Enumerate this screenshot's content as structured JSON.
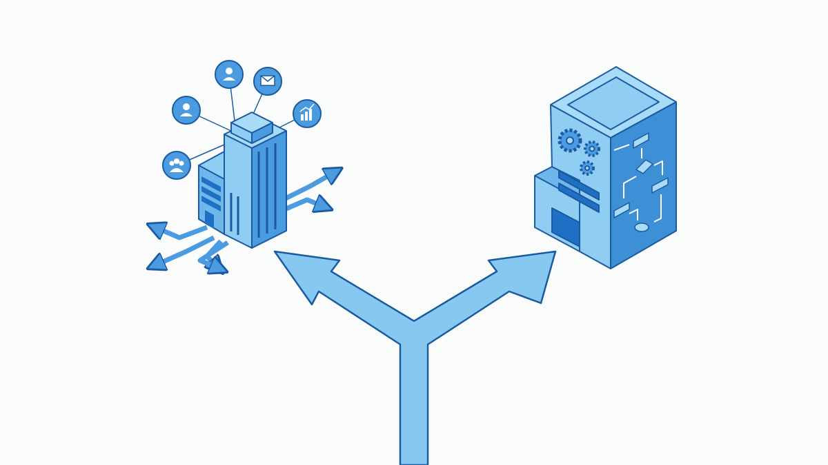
{
  "colors": {
    "background": "#fafbfb",
    "light_blue": "#8fcdf2",
    "mid_blue": "#4a9be0",
    "dark_blue": "#1f6fc4",
    "stroke": "#1b5aa0"
  },
  "left_building": {
    "icons": [
      "user-icon",
      "user-icon",
      "mail-icon",
      "chart-growth-icon",
      "group-icon"
    ],
    "outgoing_arrows": 6
  },
  "right_building": {
    "icons": [
      "gear-icon",
      "gear-icon",
      "gear-icon",
      "flowchart-icon"
    ]
  },
  "fork_arrow": {
    "branches": [
      "left",
      "right"
    ]
  }
}
